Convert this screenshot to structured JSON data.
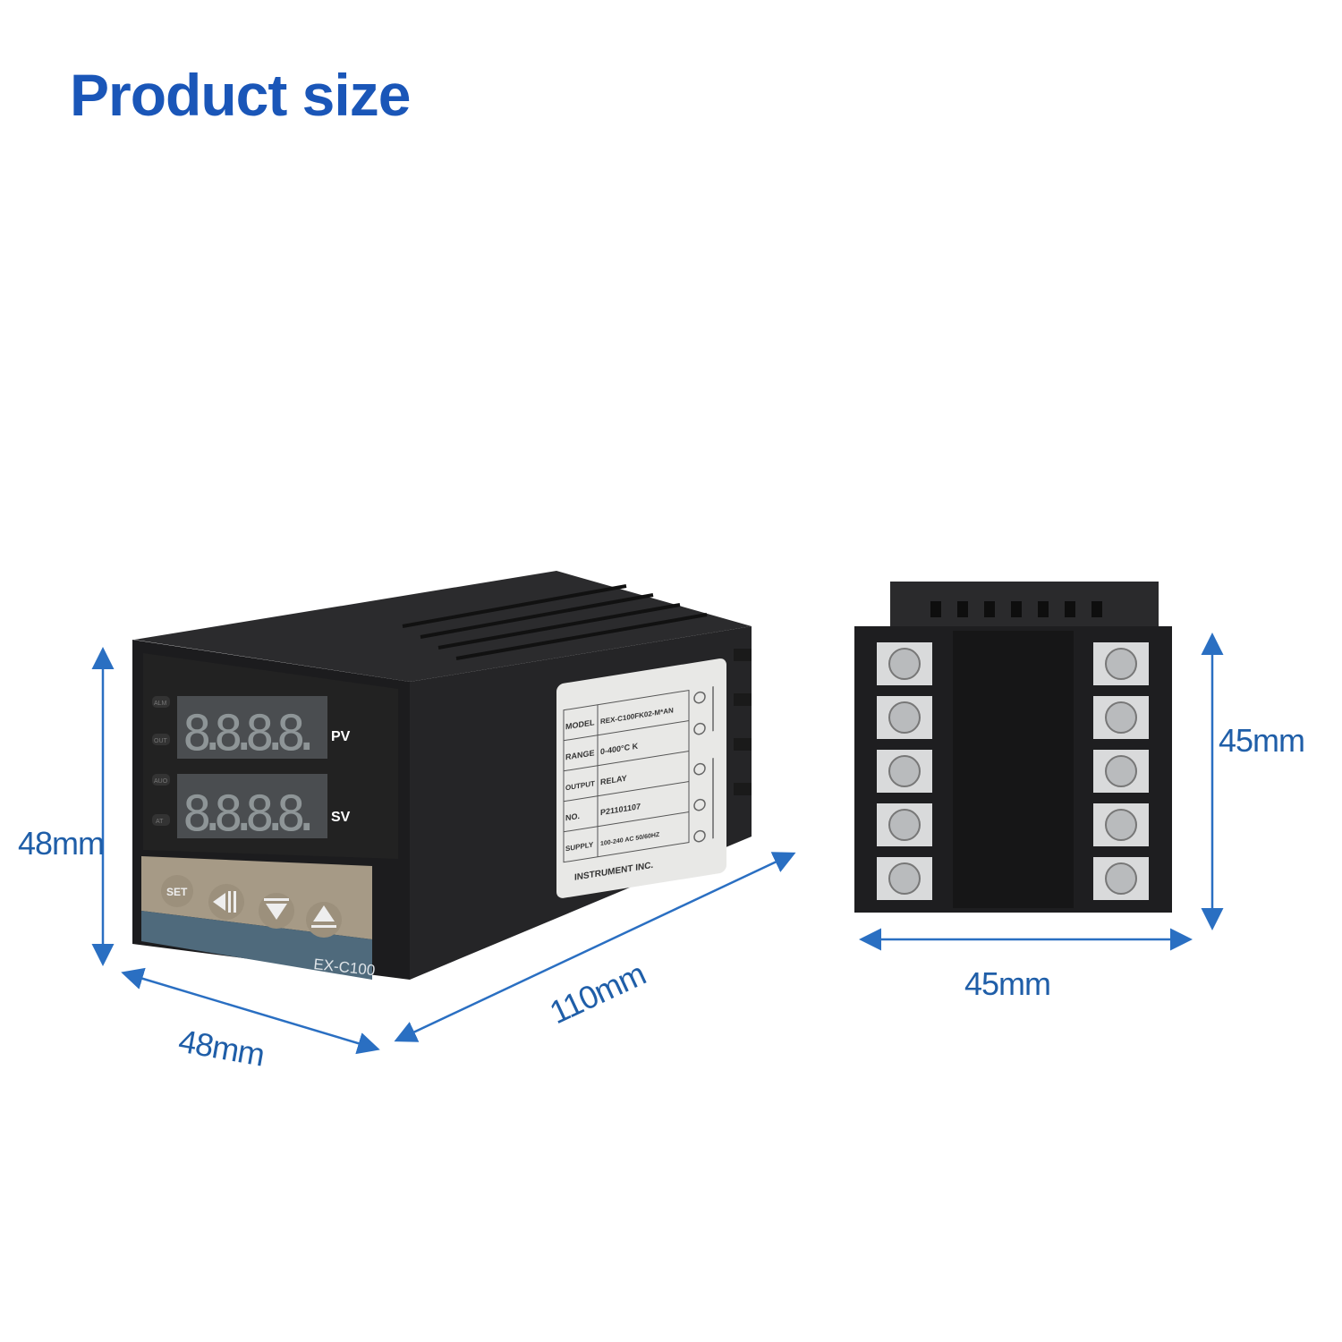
{
  "title": "Product size",
  "front_device": {
    "indicators": [
      "ALM",
      "OUT",
      "AUO",
      "AT"
    ],
    "pv_label": "PV",
    "sv_label": "SV",
    "pv_display": "8.8.8.8.",
    "sv_display": "8.8.8.8.",
    "buttons": [
      "SET",
      "shift-left-icon",
      "down-icon",
      "up-icon"
    ],
    "set_label": "SET",
    "model_name": "EX-C100"
  },
  "side_label": {
    "rows": [
      {
        "key": "MODEL",
        "value": "REX-C100FK02-M*AN"
      },
      {
        "key": "RANGE",
        "value": "0-400°C K"
      },
      {
        "key": "OUTPUT",
        "value": "RELAY"
      },
      {
        "key": "NO.",
        "value": "P21101107"
      },
      {
        "key": "SUPPLY",
        "value": "100-240 AC 50/60HZ"
      }
    ],
    "maker": "INSTRUMENT INC."
  },
  "dimensions": {
    "front_height": "48mm",
    "front_width": "48mm",
    "depth": "110mm",
    "rear_height": "45mm",
    "rear_width": "45mm"
  },
  "colors": {
    "accent": "#1a56b8",
    "dimension": "#1f5ea8"
  }
}
